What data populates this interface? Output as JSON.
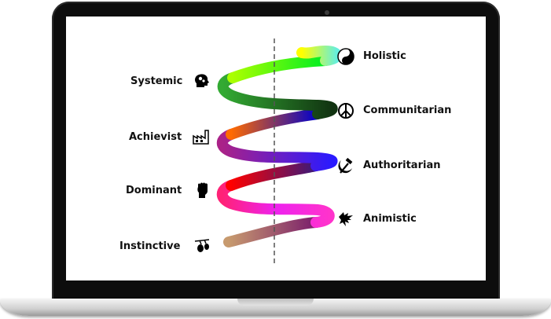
{
  "diagram": {
    "left_stages": [
      {
        "label": "Systemic",
        "icon": "head-gears-icon"
      },
      {
        "label": "Achievist",
        "icon": "factory-icon"
      },
      {
        "label": "Dominant",
        "icon": "fist-icon"
      },
      {
        "label": "Instinctive",
        "icon": "branch-icon"
      }
    ],
    "right_stages": [
      {
        "label": "Holistic",
        "icon": "yin-yang-icon"
      },
      {
        "label": "Communitarian",
        "icon": "peace-icon"
      },
      {
        "label": "Authoritarian",
        "icon": "hammer-sickle-icon"
      },
      {
        "label": "Animistic",
        "icon": "dragon-icon"
      }
    ],
    "spiral_colors": [
      "#b8926a",
      "#7a1d6c",
      "#ff00cc",
      "#ff1a1a",
      "#3a1a7a",
      "#1a1aff",
      "#ff7a00",
      "#22cc22",
      "#ccff00",
      "#66eeee"
    ]
  }
}
